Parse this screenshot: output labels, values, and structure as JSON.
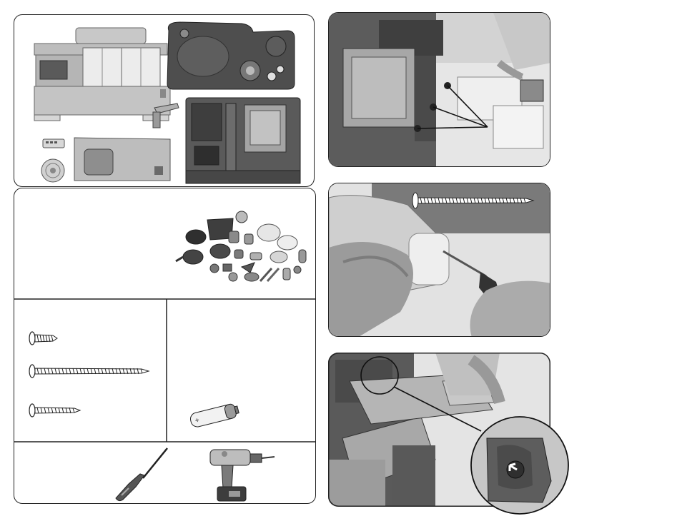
{
  "colors": {
    "outline": "#222222",
    "plastic_dark": "#4e4e4e",
    "plastic_mid": "#8f8f8f",
    "plastic_light": "#c9c9c9",
    "photo_bg": "#d2d2d2"
  },
  "icons": {
    "kitchen_parts": [
      "hutch-icon",
      "sink-counter-icon",
      "faucet-icon",
      "cabinet-base-icon",
      "remote-icon",
      "grill-icon",
      "counter-front-icon"
    ],
    "accessories": [
      "play-food-accessories-icon"
    ],
    "hardware": [
      "short-screw-icon",
      "long-screw-icon",
      "medium-screw-icon",
      "battery-icon"
    ],
    "tools": [
      "screwdriver-icon",
      "power-drill-icon"
    ],
    "steps": [
      "step1-photo",
      "step2-photo",
      "step3-photo"
    ]
  }
}
